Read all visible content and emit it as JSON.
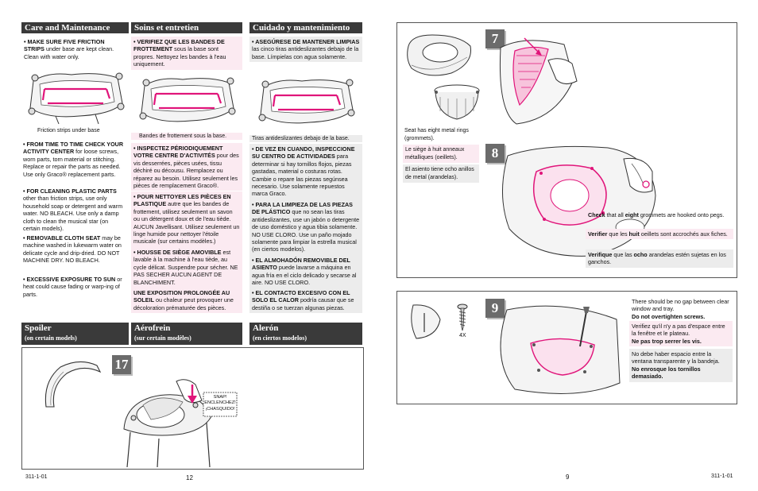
{
  "left_page": {
    "col_en": {
      "header": "Care and Maintenance",
      "p1_bold": "• MAKE SURE FIVE FRICTION STRIPS",
      "p1_text": " under base are kept clean. Clean with water only.",
      "caption": "Friction strips under base",
      "p2_bold": "• FROM TIME TO TIME CHECK YOUR ACTIVITY CENTER",
      "p2_text": " for loose screws, worn parts, torn material or stitching. Replace or repair the parts as needed. Use only Graco® replacement parts.",
      "p3_bold": "• FOR CLEANING PLASTIC PARTS",
      "p3_text": " other than friction strips, use only household soap or detergent and warm water. NO BLEACH. Use only a damp cloth to clean the musical star (on certain models).",
      "p4_bold": "• REMOVABLE CLOTH SEAT",
      "p4_text": " may be machine washed in lukewarm water on delicate cycle and drip-dried. DO NOT MACHINE DRY. NO BLEACH.",
      "p5_bold": "• EXCESSIVE EXPOSURE TO SUN",
      "p5_text": " or heat could cause fading or warp-ing of parts."
    },
    "col_fr": {
      "header": "Soins et entretien",
      "p1_bold": "• VERIFIEZ QUE LES BANDES DE FROTTEMENT",
      "p1_text": " sous la base sont propres. Nettoyez les bandes à l'eau uniquement.",
      "caption": "Bandes de frottement sous la base.",
      "p2_bold": "• INSPECTEZ PÉRIODIQUEMENT VOTRE CENTRE D'ACTIVITÉS",
      "p2_text": " pour des vis desserrées, pièces usées, tissu déchiré ou décousu. Remplacez ou réparez au besoin. Utilisez seulement les pièces de remplacement Graco®.",
      "p3_bold": "• POUR NETTOYER LES PIÈCES EN PLASTIQUE",
      "p3_text": " autre que les bandes de frottement, utilisez seulement un savon ou un détergent doux et de l'eau tiède. AUCUN Javellisant. Utilisez seulement un linge humide pour nettoyer l'étoile musicale (sur certains modèles.)",
      "p4_bold": "• HOUSSE DE SIÈGE AMOVIBLE",
      "p4_text": " est lavable à la machine à l'eau tiède, au cycle délicat. Suspendre pour sécher. NE PAS SECHER AUCUN AGENT DE BLANCHIMENT.",
      "p5_bold": "UNE EXPOSITION PROLONGÉE AU SOLEIL",
      "p5_text": " ou chaleur peut provoquer une décoloration prématurée des pièces."
    },
    "col_es": {
      "header": "Cuidado y mantenimiento",
      "p1_bold": "• ASEGÚRESE DE MANTENER LIMPIAS",
      "p1_text": " las cinco tiras antideslizantes debajo de la base. Límpielas con agua solamente.",
      "caption": "Tiras antideslizantes debajo de la base.",
      "p2_bold": "• DE VEZ EN CUANDO, INSPECCIONE SU CENTRO DE ACTIVIDADES",
      "p2_text": " para determinar si hay tornillos flojos, piezas gastadas, material o costuras rotas. Cambie o repare las piezas segúnsea necesario. Use solamente repuestos marca Graco.",
      "p3_bold": "• PARA LA LIMPIEZA DE LAS PIEZAS DE PLÁSTICO",
      "p3_text": " que no sean las tiras antideslizantes, use un jabón o detergente de uso doméstico y agua tibia solamente. NO USE CLORO. Use un paño mojado solamente para limpiar la estrella musical (en ciertos modelos).",
      "p4_bold": "• EL ALMOHADÓN REMOVIBLE DEL ASIENTO",
      "p4_text": " puede lavarse a máquina en agua fría en el ciclo delicado y secarse al aire. NO USE CLORO.",
      "p5_bold": "• EL CONTACTO EXCESIVO CON EL SOLO EL CALOR",
      "p5_text": " podría causar que se destiña o se tuerzan algunas piezas."
    },
    "spoiler": {
      "en_title": "Spoiler",
      "en_sub": "(on certain models)",
      "fr_title": "Aérofrein",
      "fr_sub": "(sur certain modèles)",
      "es_title": "Alerón",
      "es_sub": "(en ciertos modelos)"
    },
    "step17": {
      "number": "17",
      "snap_en": "SNAP!",
      "snap_fr": "ENCLENCHEZ!",
      "snap_es": "¡CHASQUIDO!"
    },
    "footer_code": "311-1-01",
    "page_number": "12"
  },
  "right_page": {
    "step7": {
      "number": "7",
      "cap_en": "Seat has eight metal rings (grommets).",
      "cap_fr": "Le siège à huit anneaux métalliques (oeillets).",
      "cap_es": "El asiento tiene ocho anillos de metal (arandelas)."
    },
    "step8": {
      "number": "8",
      "en_b1": "Check",
      "en_t1": " that all ",
      "en_b2": "eight",
      "en_t2": " grommets are hooked onto pegs.",
      "fr_b1": "Verifier",
      "fr_t1": " que les ",
      "fr_b2": "huit",
      "fr_t2": " oeillets sont accrochés aux fiches.",
      "es_b1": "Verifique",
      "es_t1": " que las ",
      "es_b2": "ocho",
      "es_t2": " arandelas estén sujetas en los ganchos."
    },
    "step9": {
      "number": "9",
      "screw_count": "4X",
      "en_text": "There should be no gap between clear window and tray.",
      "en_bold": "Do not overtighten screws.",
      "fr_text": "Verifiez qu'il n'y a pas d'espace entre la fenêtre et le plateau.",
      "fr_bold": "Ne pas trop serrer les vis.",
      "es_text": "No debe haber espacio entre la ventana transparente y la bandeja.",
      "es_bold": "No enrosque los tornillos demasiado."
    },
    "page_number": "9",
    "footer_code": "311-1-01"
  },
  "colors": {
    "header_bg": "#3a3a3a",
    "french_bg": "#fbeaf1",
    "spanish_bg": "#ececec",
    "accent_pink": "#e0157a"
  }
}
